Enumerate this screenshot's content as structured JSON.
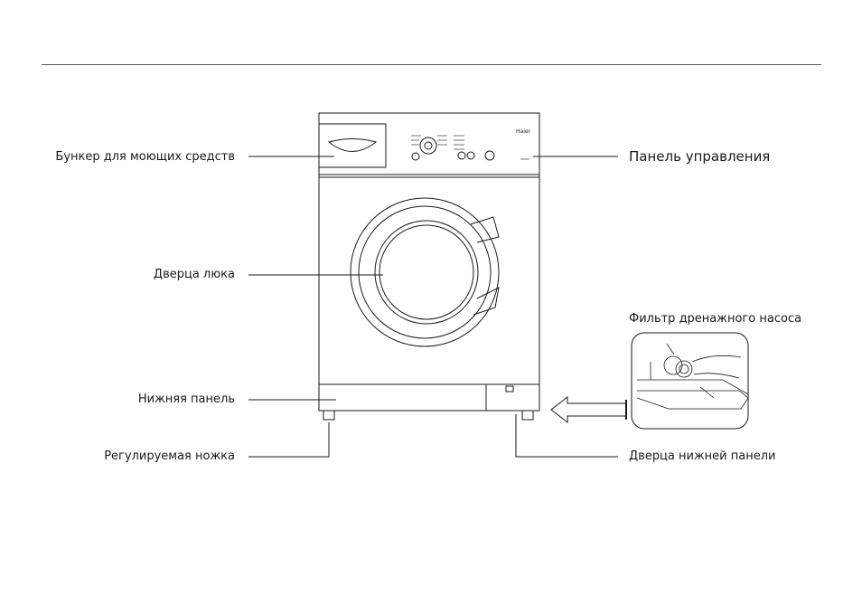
{
  "labels": {
    "detergent_drawer": "Бункер для моющих средств",
    "control_panel": "Панель управления",
    "door": "Дверца люка",
    "drain_filter": "Фильтр дренажного насоса",
    "bottom_panel": "Нижняя панель",
    "adjustable_foot": "Регулируемая ножка",
    "bottom_panel_door": "Дверца нижней панели"
  },
  "brand": "Haier",
  "colors": {
    "line": "#1a1a1a",
    "rule": "#555555",
    "background": "#ffffff"
  }
}
